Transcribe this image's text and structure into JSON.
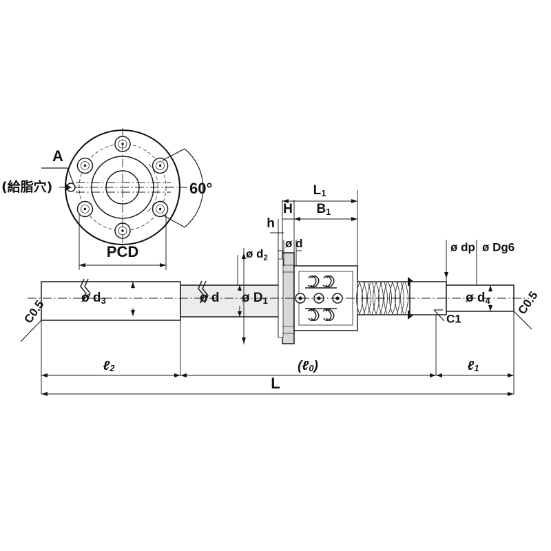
{
  "drawing": {
    "type": "engineering-dimension-drawing",
    "subject": "ball-screw-with-flanged-nut",
    "background_color": "#ffffff",
    "line_color": "#111111"
  },
  "flange_view": {
    "name": "flange-front-view",
    "leader_label": "A",
    "note_label": "(給脂穴)",
    "angle_label": "60°",
    "pcd_label": "PCD",
    "bolt_hole_count": 6,
    "bolt_hole_pitch_deg": 60
  },
  "assembly_view": {
    "name": "ball-screw-side-view",
    "labels": {
      "l1": "L",
      "l1_sub": "1",
      "h_cap": "H",
      "b1": "B",
      "b1_sub": "1",
      "h_small": "h",
      "d_flange": "ø d",
      "d2": "ø d",
      "d2_sub": "2",
      "d3": "ø d",
      "d3_sub": "3",
      "d4": "ø d",
      "d4_sub": "4",
      "d_shaft": "ø d",
      "D1": "ø D",
      "D1_sub": "1",
      "dp": "ø dp",
      "Dg6": "ø Dg6",
      "chamfer_left": "C0.5",
      "chamfer_right": "C0.5",
      "chamfer_c1": "C1"
    }
  },
  "dimensions": {
    "name": "bottom-dimension-chain",
    "l2": "ℓ",
    "l2_sub": "2",
    "l0": "(ℓ",
    "l0_sub": "0",
    "l0_close": ")",
    "l1": "ℓ",
    "l1_sub": "1",
    "overall": "L"
  }
}
